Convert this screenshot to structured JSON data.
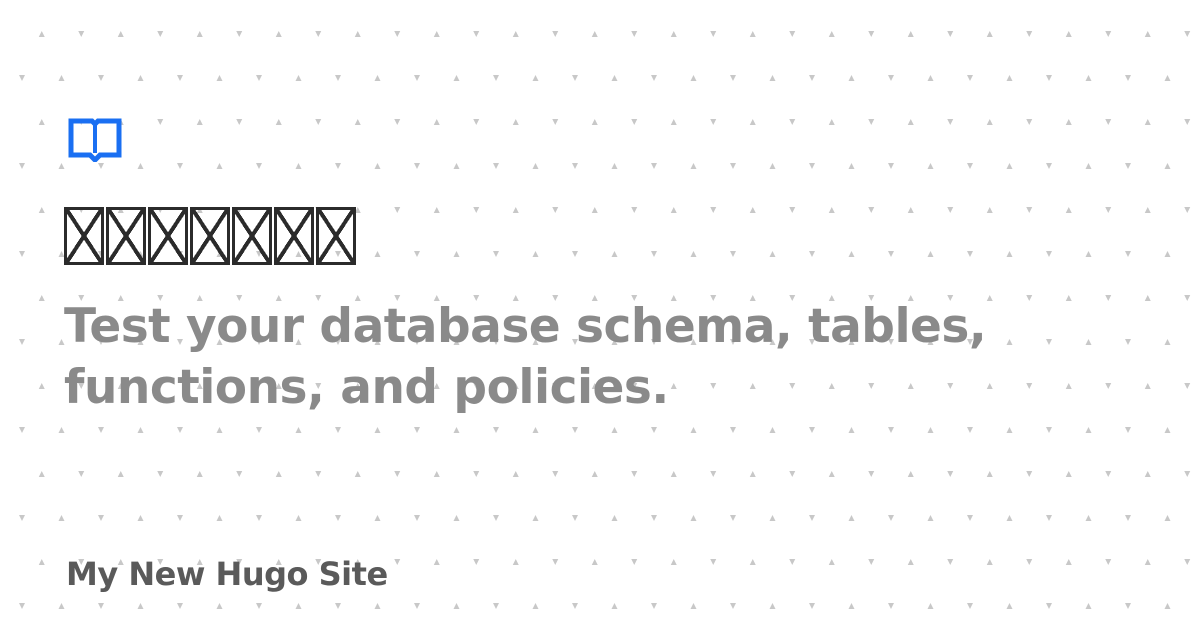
{
  "card": {
    "logo_icon": "book-open-icon",
    "logo_color": "#1a6ff2",
    "title": "",
    "title_glyph_count": 7,
    "description": "Test your database schema, tables, functions, and policies.",
    "site_name": "My New Hugo Site"
  },
  "colors": {
    "background": "#ffffff",
    "pattern_dot": "#c8c8c8",
    "title": "#2b2b2b",
    "description": "#8a8a8a",
    "site_name": "#5a5a5a"
  }
}
